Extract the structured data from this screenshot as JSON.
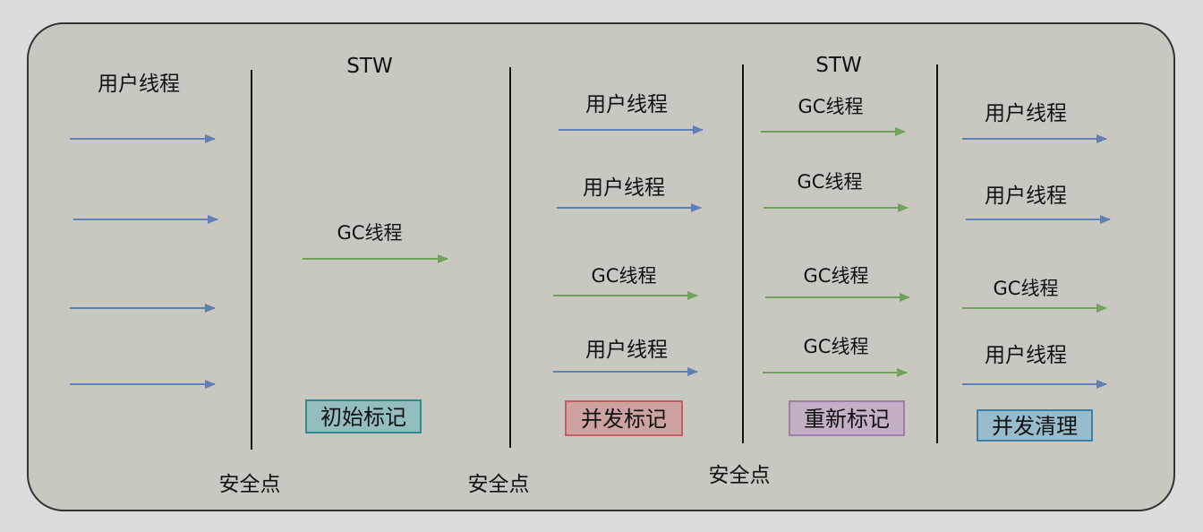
{
  "colors": {
    "user_thread_arrow": "#5f7fb5",
    "gc_thread_arrow": "#6fa35a"
  },
  "phases": [
    {
      "header": "",
      "threads_label": "用户线程",
      "threads": [],
      "box": ""
    },
    {
      "header": "STW",
      "threads": [
        "GC线程"
      ],
      "box": "初始标记",
      "box_color": "#94bdc0"
    },
    {
      "header": "",
      "threads": [
        "用户线程",
        "用户线程",
        "GC线程",
        "用户线程"
      ],
      "box": "并发标记",
      "box_color": "#cfa2a2"
    },
    {
      "header": "STW",
      "threads": [
        "GC线程",
        "GC线程",
        "GC线程",
        "GC线程"
      ],
      "box": "重新标记",
      "box_color": "#c4b0c4"
    },
    {
      "header": "",
      "threads": [
        "用户线程",
        "用户线程",
        "GC线程",
        "用户线程"
      ],
      "box": "并发清理",
      "box_color": "#98bccc"
    }
  ],
  "safepoints": [
    "安全点",
    "安全点",
    "安全点"
  ]
}
